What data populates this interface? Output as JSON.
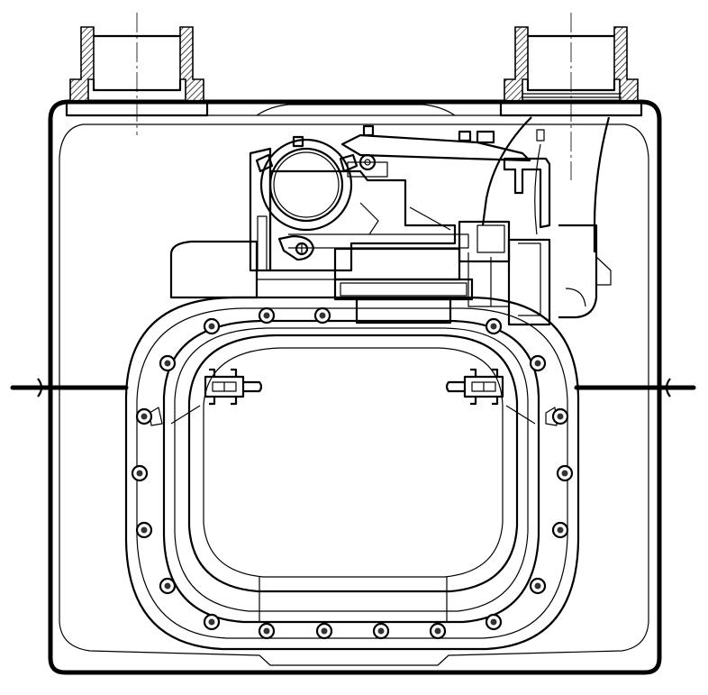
{
  "figure": {
    "subject": "gas-meter-front-elevation",
    "colors": {
      "line": "#000000",
      "background": "#ffffff"
    },
    "counts": {
      "bolts_around_flange": 20,
      "inlet_outlet_connections": 2,
      "latch_brackets": 2
    }
  }
}
